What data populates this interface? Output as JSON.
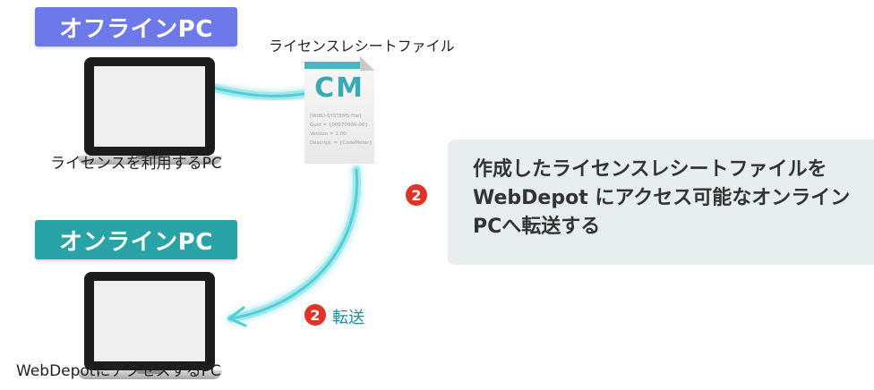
{
  "offline": {
    "label": "オフラインPC",
    "caption": "ライセンスを利用するPC"
  },
  "online": {
    "label": "オンラインPC",
    "caption": "WebDepotにアクセスするPC"
  },
  "license_file": {
    "title": "ライセンスレシートファイル",
    "logo": "CM",
    "lines": [
      "[WIBU-SYSTEMS File]",
      "Guid = {00070000-00}",
      "Version = 1.00",
      "Descript. = {CodeMeter}"
    ]
  },
  "callout": {
    "step": "2",
    "text": "作成したライセンスレシートファイルを WebDepot にアクセス可能なオンラインPCへ転送する"
  },
  "transfer": {
    "step": "2",
    "label": "転送"
  },
  "colors": {
    "offline_label": "#6d79e8",
    "online_label": "#2aa3a6",
    "badge": "#e03226",
    "connector": "#4fd0d8",
    "callout_bg": "#e6eef0",
    "transfer_text": "#1a8fa0"
  }
}
